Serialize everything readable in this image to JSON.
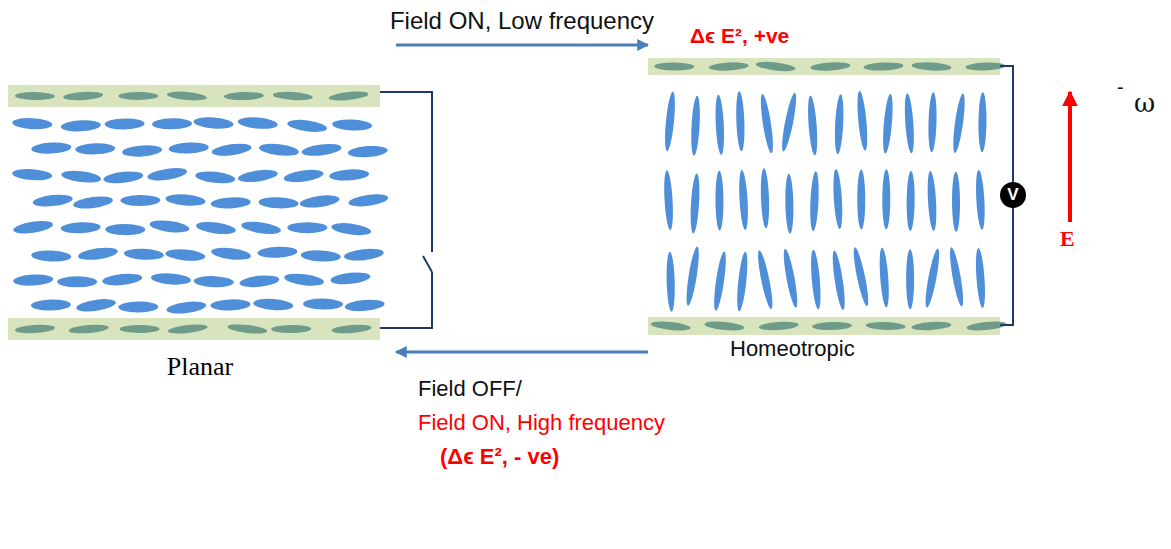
{
  "diagram": {
    "nodes": [
      {
        "text": [
          "Planar"
        ]
      },
      {
        "text": [
          "Homeotropic"
        ]
      }
    ],
    "edges": [
      {
        "from": 0,
        "to": 1,
        "arrow": "to",
        "label": "Field ON, Low frequency"
      },
      {
        "from": 1,
        "to": 0,
        "arrow": "to",
        "label": "Field OFF/"
      }
    ],
    "labels": [
      "Δϵ E², +ve",
      "Field ON, High frequency",
      "(Δϵ E², - ve)",
      "V",
      "E",
      "-",
      "ω"
    ]
  }
}
